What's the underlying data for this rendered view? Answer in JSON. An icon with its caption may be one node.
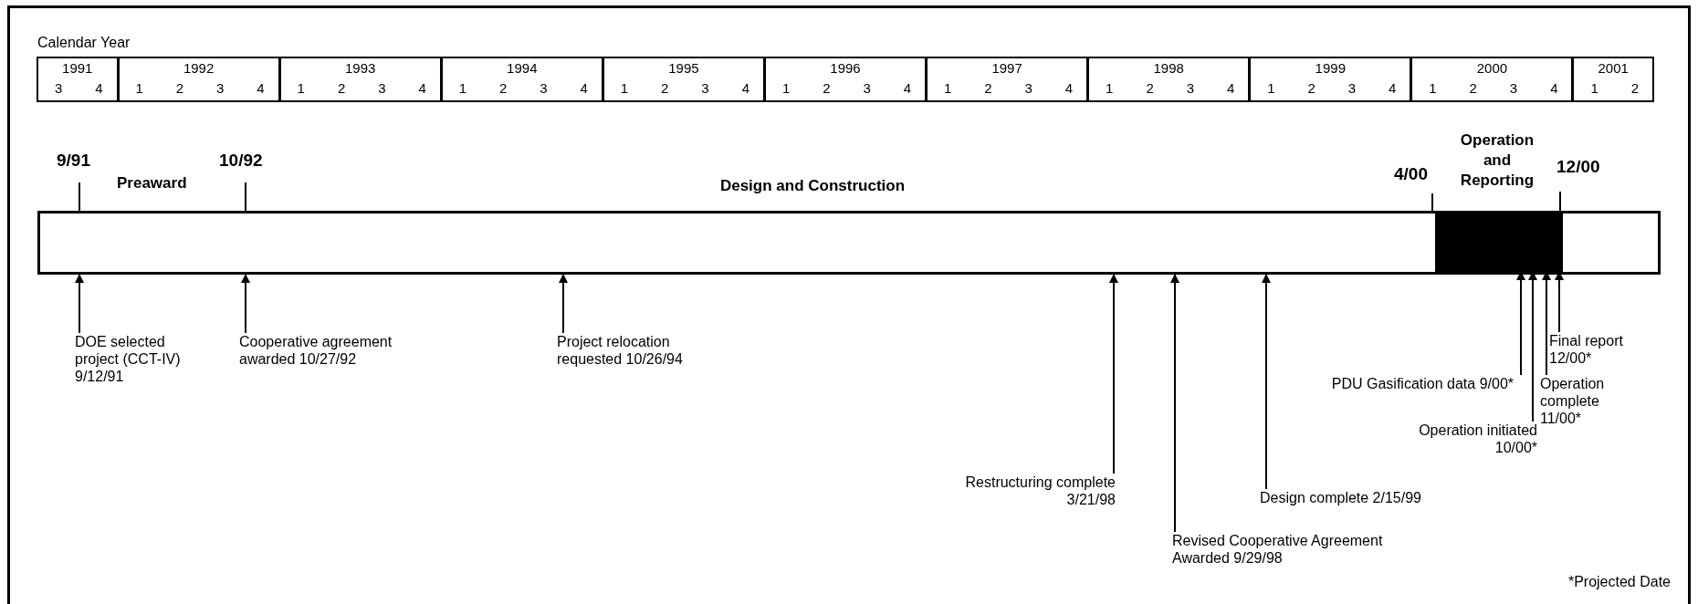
{
  "diagram": {
    "nodes": [
      {
        "text": [],
        "shape": "bar"
      },
      {
        "text": [],
        "shape": "bar",
        "in": 0
      },
      {
        "text": [
          "DOE selected project (CCT-IV) 9/12/91"
        ]
      },
      {
        "text": [
          "Cooperative agreement awarded 10/27/92"
        ]
      },
      {
        "text": [
          "Project relocation requested 10/26/94"
        ]
      },
      {
        "text": [
          "Restructuring complete 3/21/98"
        ]
      },
      {
        "text": [
          "Revised Cooperative Agreement Awarded 9/29/98"
        ]
      },
      {
        "text": [
          "Design complete 2/15/99"
        ]
      },
      {
        "text": [
          "PDU Gasification data 9/00*"
        ]
      },
      {
        "text": [
          "Operation initiated 10/00*"
        ]
      },
      {
        "text": [
          "Operation complete 11/00*"
        ]
      },
      {
        "text": [
          "Final report 12/00*"
        ]
      }
    ],
    "edges": [
      {
        "from": 2,
        "to": 0,
        "arrow": "to"
      },
      {
        "from": 3,
        "to": 0,
        "arrow": "to"
      },
      {
        "from": 4,
        "to": 0,
        "arrow": "to"
      },
      {
        "from": 5,
        "to": 0,
        "arrow": "to"
      },
      {
        "from": 6,
        "to": 0,
        "arrow": "to"
      },
      {
        "from": 7,
        "to": 0,
        "arrow": "to"
      },
      {
        "from": 8,
        "to": 1,
        "arrow": "to"
      },
      {
        "from": 9,
        "to": 1,
        "arrow": "to"
      },
      {
        "from": 10,
        "to": 1,
        "arrow": "to"
      },
      {
        "from": 11,
        "to": 1,
        "arrow": "to"
      }
    ],
    "labels": [
      "Calendar Year",
      "1991",
      "1992",
      "1993",
      "1994",
      "1995",
      "1996",
      "1997",
      "1998",
      "1999",
      "2000",
      "2001",
      "3",
      "4",
      "1",
      "2",
      "3",
      "4",
      "1",
      "2",
      "3",
      "4",
      "1",
      "2",
      "3",
      "4",
      "1",
      "2",
      "3",
      "4",
      "1",
      "2",
      "3",
      "4",
      "1",
      "2",
      "3",
      "4",
      "1",
      "2",
      "3",
      "4",
      "1",
      "2",
      "3",
      "4",
      "1",
      "2",
      "3",
      "4",
      "1",
      "2",
      "9/91",
      "Preaward",
      "10/92",
      "Design and Construction",
      "4/00",
      "Operation and Reporting",
      "12/00",
      "*Projected Date"
    ]
  }
}
